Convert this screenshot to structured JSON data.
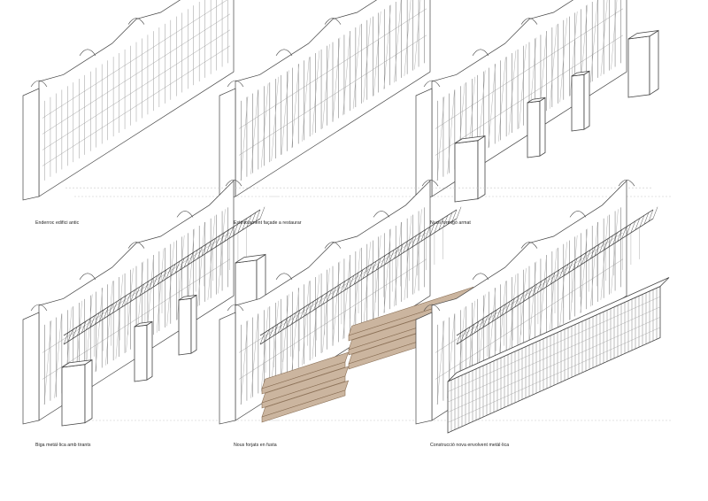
{
  "panels": [
    {
      "caption": "Enderroc edifici antic"
    },
    {
      "caption": "Estintolament façade a restaurar"
    },
    {
      "caption": "Nucli formigó armat"
    },
    {
      "caption": "Biga metàl·lica amb tirants"
    },
    {
      "caption": "Nous forjats en fusta"
    },
    {
      "caption": "Construcció nova envolvent metàl·lica"
    }
  ],
  "colors": {
    "line": "#444444",
    "light_line": "#9a9a9a",
    "guide": "#c8c8c8",
    "timber": "#cbb59f",
    "timber_edge": "#8a6f55",
    "white": "#ffffff"
  }
}
